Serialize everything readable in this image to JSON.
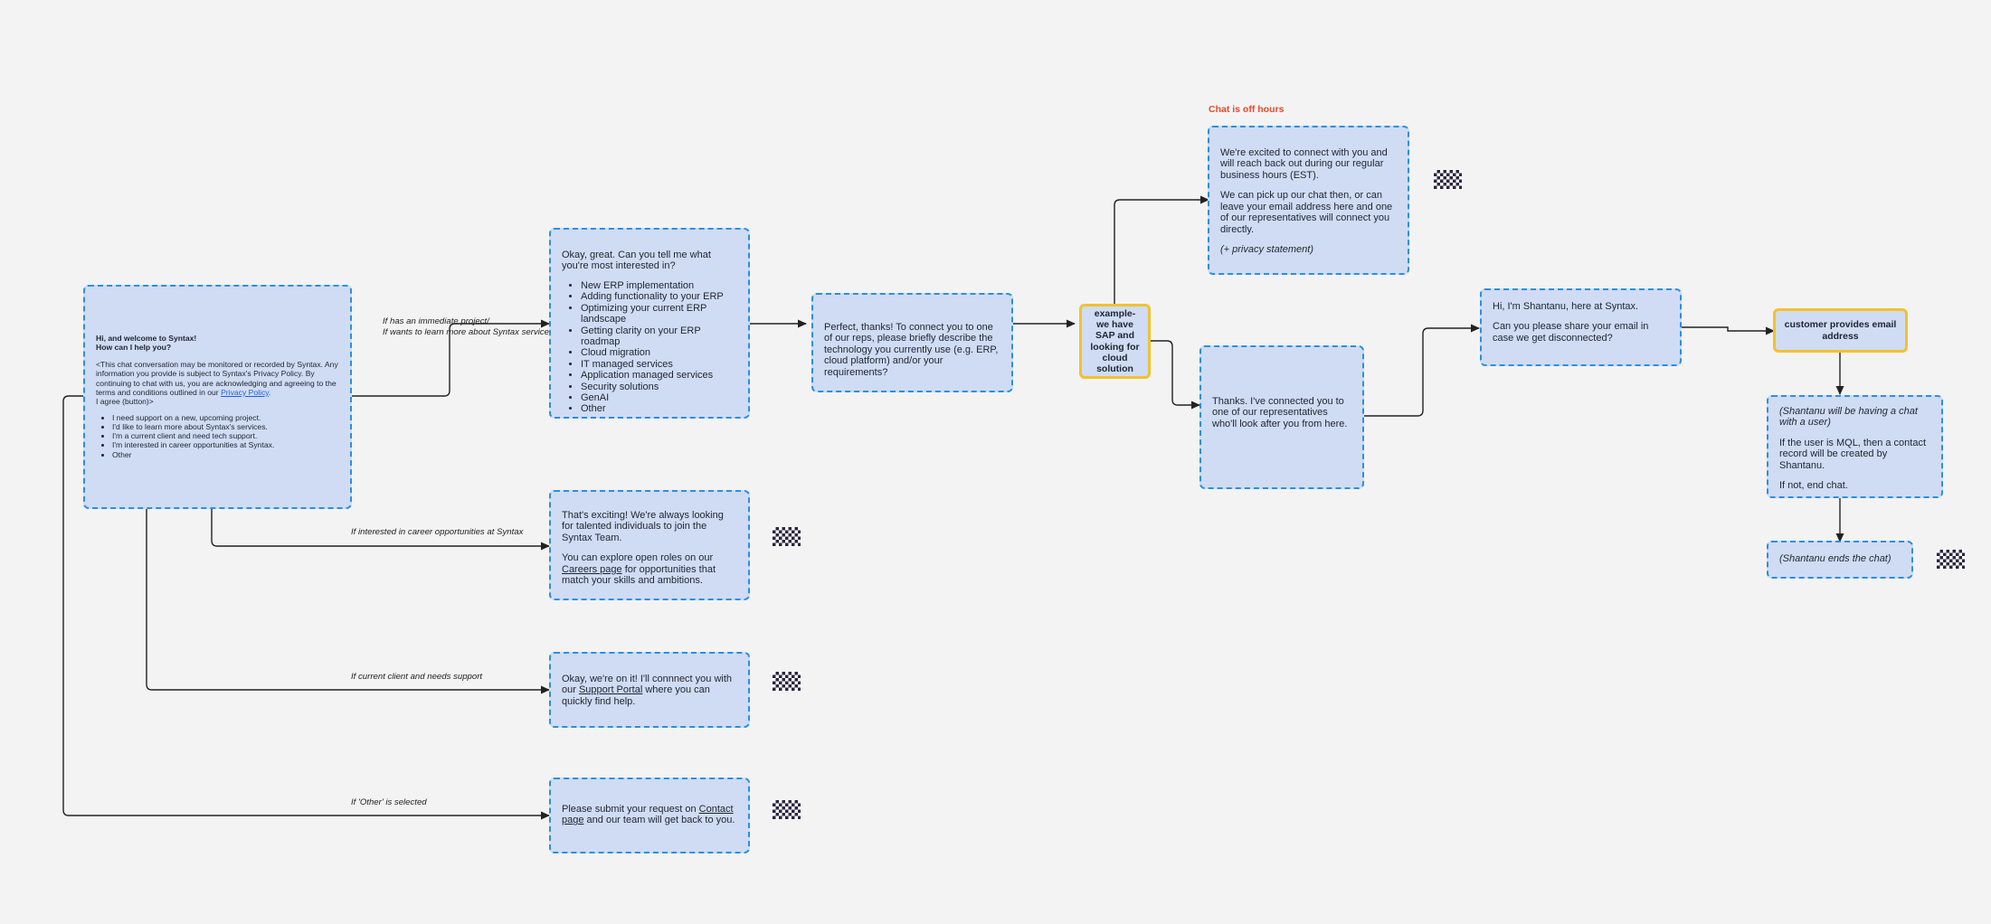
{
  "welcome": {
    "greeting": "Hi, and welcome to Syntax!",
    "question": "How can I help you?",
    "disclaimer_pre": "<This chat conversation may be monitored or recorded by Syntax. Any information you provide is subject to Syntax's Privacy Policy. By continuing to chat with us, you are acknowledging and agreeing to the terms and conditions outlined in our ",
    "privacy_link": "Privacy Policy",
    "disclaimer_post": ".",
    "agree": "I agree (button)>",
    "options": [
      "I need support on a new, upcoming project.",
      "I'd like to learn more about Syntax's services.",
      "I'm a current client and need tech support.",
      "I'm interested in career opportunities at Syntax.",
      "Other"
    ]
  },
  "edge_labels": {
    "immediate_project": "If has an immediate project/",
    "learn_more": "If wants to learn more about Syntax services",
    "career": "If interested in career opportunities at Syntax",
    "support": "If current client and needs support",
    "other": "If 'Other' is selected"
  },
  "interests": {
    "intro": "Okay, great. Can you tell me what you're most interested in?",
    "items": [
      "New ERP implementation",
      "Adding functionality to your ERP",
      "Optimizing your current ERP landscape",
      "Getting clarity on your ERP roadmap",
      "Cloud migration",
      "IT managed services",
      "Application managed services",
      "Security solutions",
      "GenAI",
      "Other"
    ]
  },
  "describe": {
    "text": "Perfect, thanks! To connect you to one of our reps, please briefly describe the technology you currently use (e.g. ERP, cloud platform) and/or your requirements?"
  },
  "example_node": {
    "text": "example- we have SAP and looking for cloud solution"
  },
  "off_hours": {
    "label": "Chat is off hours",
    "p1": "We're excited to connect with you and will reach back out during our regular business hours (EST).",
    "p2": "We can pick up our chat then, or can leave your email address here and one of our representatives will connect you directly.",
    "p3": "(+ privacy statement)"
  },
  "connected": {
    "text": "Thanks. I've connected you to one of our representatives who'll look after you from here."
  },
  "shantanu_hi": {
    "p1": "Hi, I'm Shantanu, here at Syntax.",
    "p2": "Can you please share your email in case we get disconnected?"
  },
  "email_node": {
    "text": "customer provides email address"
  },
  "mql": {
    "p1": "(Shantanu will be having a chat with a user)",
    "p2": "If the user is MQL, then a contact record will be created by Shantanu.",
    "p3": "If not, end chat."
  },
  "ends": {
    "text": "(Shantanu ends the chat)"
  },
  "careers": {
    "p1": "That's exciting! We're always looking for talented individuals to join the Syntax Team.",
    "p2_pre": "You can explore open roles on our ",
    "p2_link": "Careers page",
    "p2_post": " for opportunities that match your skills and ambitions."
  },
  "support": {
    "pre": "Okay, we're on it! I'll connnect you with our ",
    "link": "Support Portal",
    "post": " where you can quickly find help."
  },
  "other": {
    "pre": "Please submit your request on ",
    "link": "Contact page",
    "post": " and our team will get back to you."
  },
  "icons": [
    "finish-flag-icon"
  ],
  "colors": {
    "box_fill": "#cfdcf3",
    "box_border": "#2c8fe0",
    "decision_border": "#f2c12e",
    "off_hours_label": "#e5492a",
    "link": "#1f5fe0",
    "canvas": "#f3f3f3"
  }
}
